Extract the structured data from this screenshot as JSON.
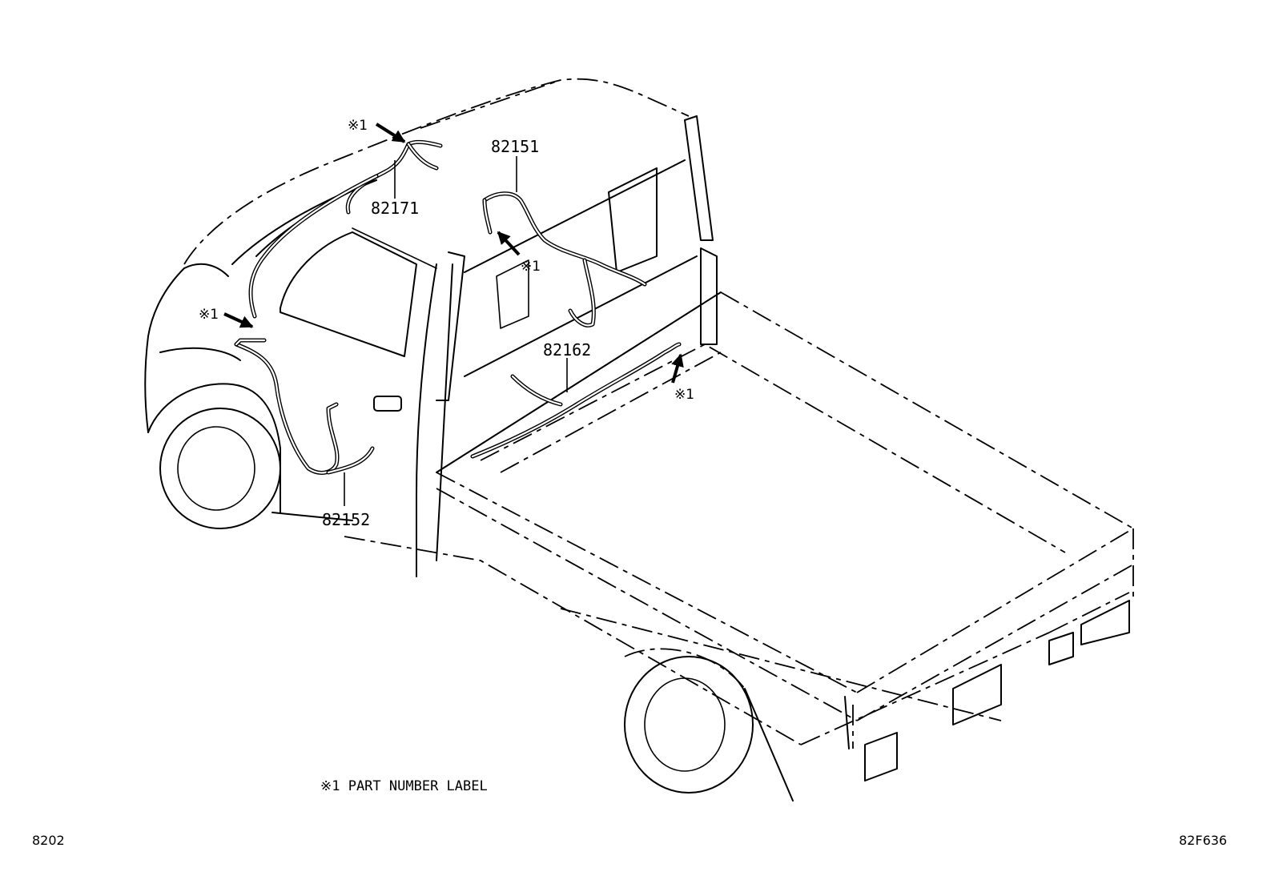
{
  "callouts": {
    "p82171": "82171",
    "p82151": "82151",
    "p82162": "82162",
    "p82152": "82152"
  },
  "label_marks": {
    "mark_top": "※1",
    "mark_left": "※1",
    "mark_center": "※1",
    "mark_right": "※1"
  },
  "legend": {
    "note": "※1 PART NUMBER LABEL"
  },
  "footer": {
    "left_code": "8202",
    "right_code": "82F636"
  }
}
